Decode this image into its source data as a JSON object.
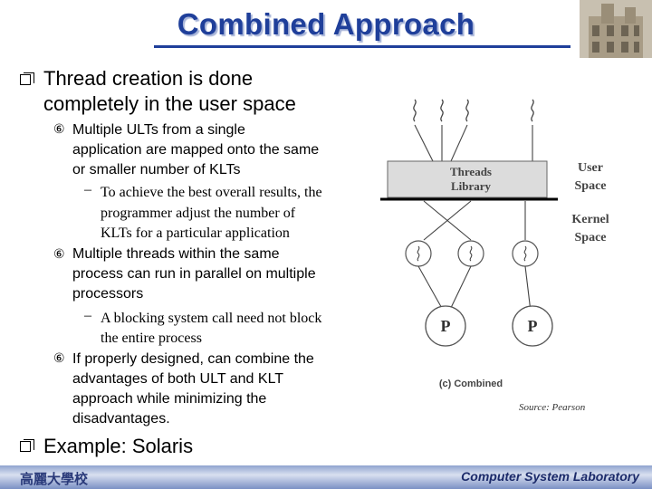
{
  "slide": {
    "title": "Combined Approach",
    "bullets": [
      {
        "text_line1": "Thread creation is done",
        "text_line2": "completely in the user space"
      },
      {
        "text": "Example: Solaris"
      }
    ],
    "sub_bullets": [
      {
        "lines": [
          "Multiple ULTs from a single",
          "application are mapped onto the same",
          "or smaller number of KLTs"
        ]
      },
      {
        "lines": [
          "Multiple threads within the same",
          "process can run in parallel on multiple",
          "processors"
        ]
      },
      {
        "lines": [
          "If properly designed, can combine the",
          "advantages of both ULT and KLT",
          "approach while minimizing the",
          "disadvantages."
        ]
      }
    ],
    "sub_sub_bullets": [
      {
        "lines": [
          "To achieve the best overall results, the",
          "programmer adjust the number of",
          "KLTs for a particular application"
        ]
      },
      {
        "lines": [
          "A blocking system call need not block",
          "the entire process"
        ]
      }
    ],
    "markers": {
      "sub": "⑥",
      "dash": "–"
    }
  },
  "diagram": {
    "threads_library_line1": "Threads",
    "threads_library_line2": "Library",
    "user_space_line1": "User",
    "user_space_line2": "Space",
    "kernel_space_line1": "Kernel",
    "kernel_space_line2": "Space",
    "processor_a": "P",
    "processor_b": "P",
    "caption": "(c) Combined",
    "source": "Source: Pearson"
  },
  "footer": {
    "left": "高麗大學校",
    "right": "Computer System Laboratory"
  },
  "colors": {
    "title": "#1f3f9a",
    "footer_band": "#8fa3cf"
  }
}
